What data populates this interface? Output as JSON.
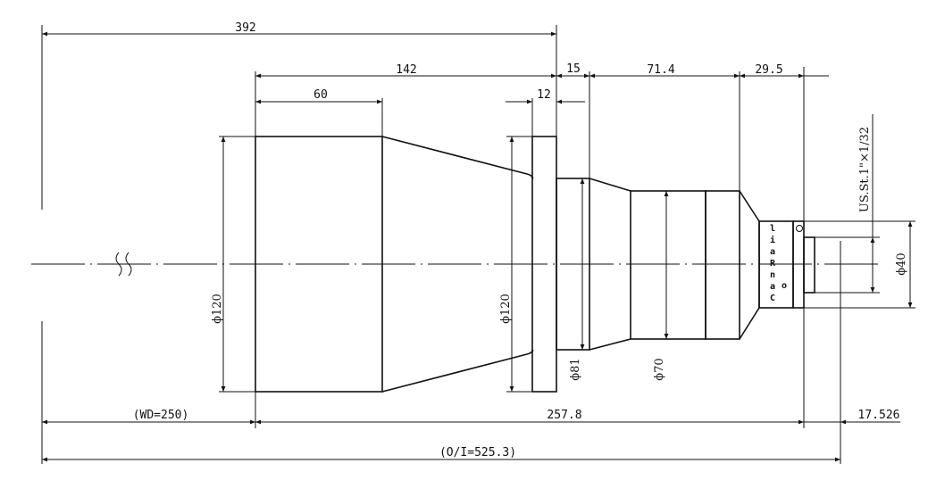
{
  "dimensions": {
    "total_to_flange": "392",
    "tube_to_flange": "142",
    "front_barrel": "60",
    "flange_thickness": "12",
    "neck": "15",
    "rear_body": "71.4",
    "rear_taper": "29.5",
    "wd": "(WD=250)",
    "lens_length": "257.8",
    "back_focus": "17.526",
    "oi": "(O/I=525.3)"
  },
  "diameters": {
    "front": "ϕ120",
    "flange": "ϕ120",
    "neck": "ϕ81",
    "body": "ϕ70",
    "mount": "ϕ40"
  },
  "mount_thread": "US.St.1\"×1/32",
  "body_marking": [
    "C",
    "a",
    "n",
    "R",
    "a",
    "i",
    "l"
  ],
  "body_marking_small": [
    "o"
  ]
}
